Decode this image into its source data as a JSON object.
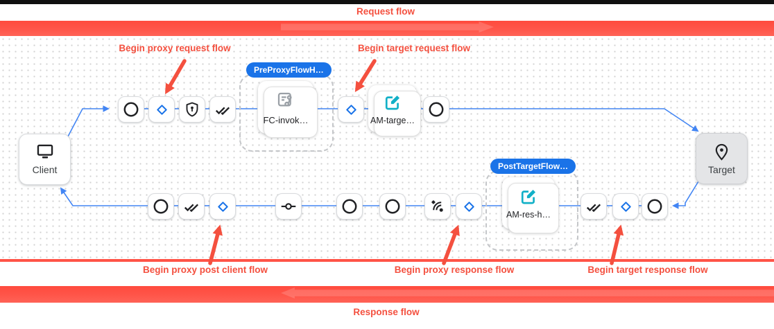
{
  "labels": {
    "request_flow": "Request flow",
    "response_flow": "Response flow"
  },
  "annotations": {
    "proxy_request": "Begin proxy request flow",
    "target_request": "Begin target request flow",
    "proxy_post_client": "Begin proxy post client flow",
    "proxy_response": "Begin proxy response flow",
    "target_response": "Begin target response flow"
  },
  "endpoints": {
    "client": "Client",
    "target": "Target"
  },
  "badges": {
    "pre_proxy_flowhook": "PreProxyFlowH…",
    "post_target_flowhook": "PostTargetFlow…"
  },
  "policies": {
    "flow_callout": "FC-invok…",
    "assign_message_target": "AM-targe…",
    "assign_message_response": "AM-res-h…"
  },
  "icons": {
    "request_steps": [
      "circle-icon",
      "diamond-icon",
      "shield-key-icon",
      "double-check-icon",
      "diamond-icon",
      "circle-icon"
    ],
    "response_steps": [
      "circle-icon",
      "double-check-icon",
      "diamond-icon",
      "commit-icon",
      "circle-icon",
      "circle-icon",
      "sensors-icon",
      "diamond-icon",
      "double-check-icon",
      "diamond-icon",
      "circle-icon"
    ],
    "client": "monitor-icon",
    "target": "location-pin-icon",
    "flow_callout_policy": "flow-callout-icon",
    "assign_message_policy": "edit-square-icon"
  },
  "colors": {
    "banner_red": "#ff5347",
    "annotation_red": "#f4503f",
    "badge_blue": "#1a73e8",
    "flow_line_blue": "#4285f4",
    "policy_teal": "#12b0c7"
  }
}
